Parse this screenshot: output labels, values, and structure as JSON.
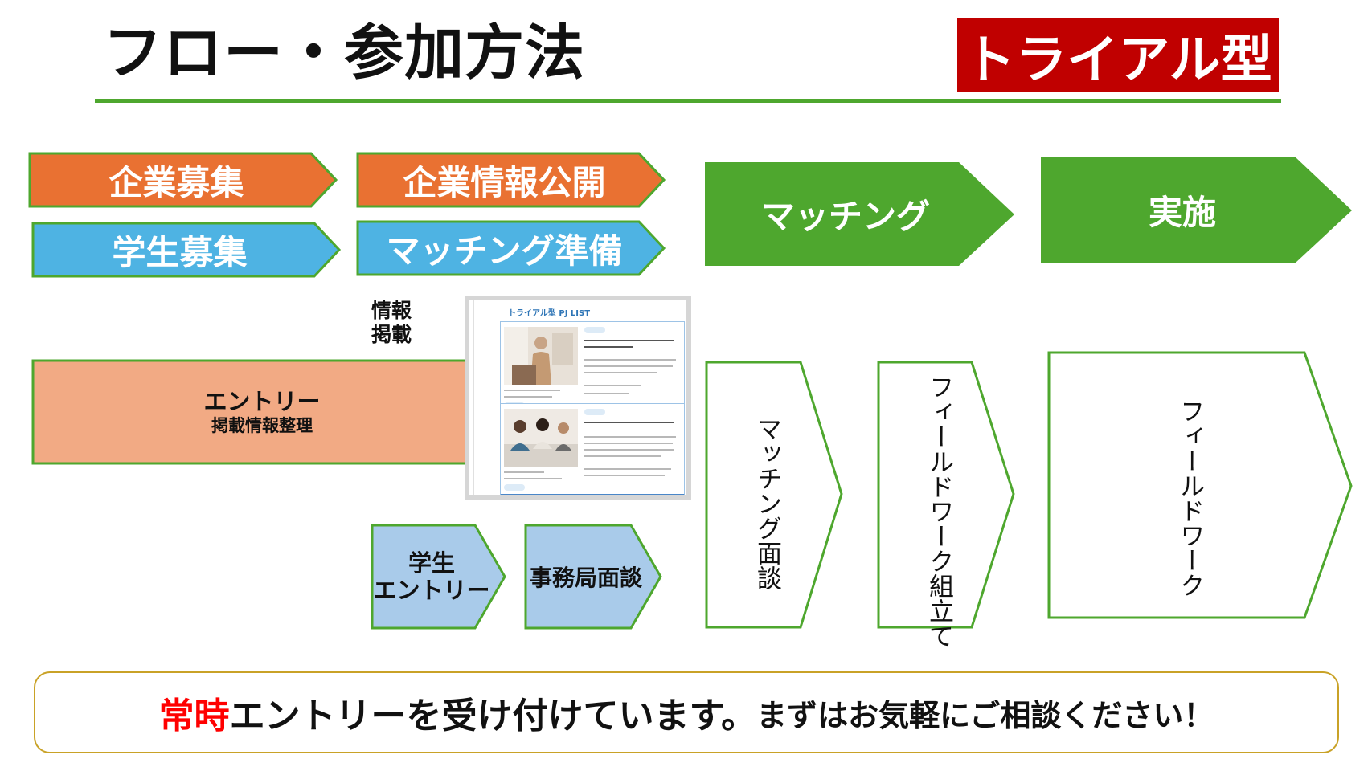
{
  "title": "フロー・参加方法",
  "type_badge": "トライアル型",
  "steps": {
    "company_recruit": "企業募集",
    "student_recruit": "学生募集",
    "company_info": "企業情報公開",
    "matching_prep": "マッチング準備",
    "matching": "マッチング",
    "execution": "実施"
  },
  "process": {
    "info_label_line1": "情報",
    "info_label_line2": "掲載",
    "entry_title": "エントリー",
    "entry_sub": "掲載情報整理",
    "student_entry_line1": "学生",
    "student_entry_line2": "エントリー",
    "office_interview": "事務局面談",
    "matching_interview": "マッチング面談",
    "fieldwork_setup": "フィールドワーク組立て",
    "fieldwork": "フィールドワーク"
  },
  "thumbnail": {
    "title": "トライアル型 PJ LIST"
  },
  "footer": {
    "highlight": "常時",
    "main": "エントリーを受け付けています。",
    "tail": "まずはお気軽にご相談ください！"
  },
  "colors": {
    "orange": "#e97132",
    "blue": "#4eb3e3",
    "green": "#4ea72e",
    "salmon": "#f2aa84",
    "light_blue": "#a9cbea",
    "red": "#c00000",
    "gold": "#c9a227"
  }
}
